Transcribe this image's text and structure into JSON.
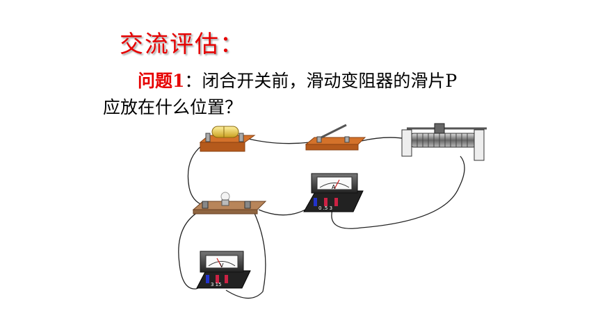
{
  "slide": {
    "title": "交流评估：",
    "question_label": "问题1",
    "question_line1": "：闭合开关前，滑动变阻器的滑片P",
    "question_line2": "应放在什么位置？"
  },
  "meters": {
    "ammeter_symbol": "A",
    "ammeter_scale": "0  .5  3",
    "voltmeter_symbol": "V",
    "voltmeter_scale": "3  15"
  },
  "colors": {
    "title": "#e60000",
    "board": "#d4722a",
    "wire": "#222222",
    "terminal_red": "#cc2244",
    "terminal_blue": "#2233cc"
  }
}
